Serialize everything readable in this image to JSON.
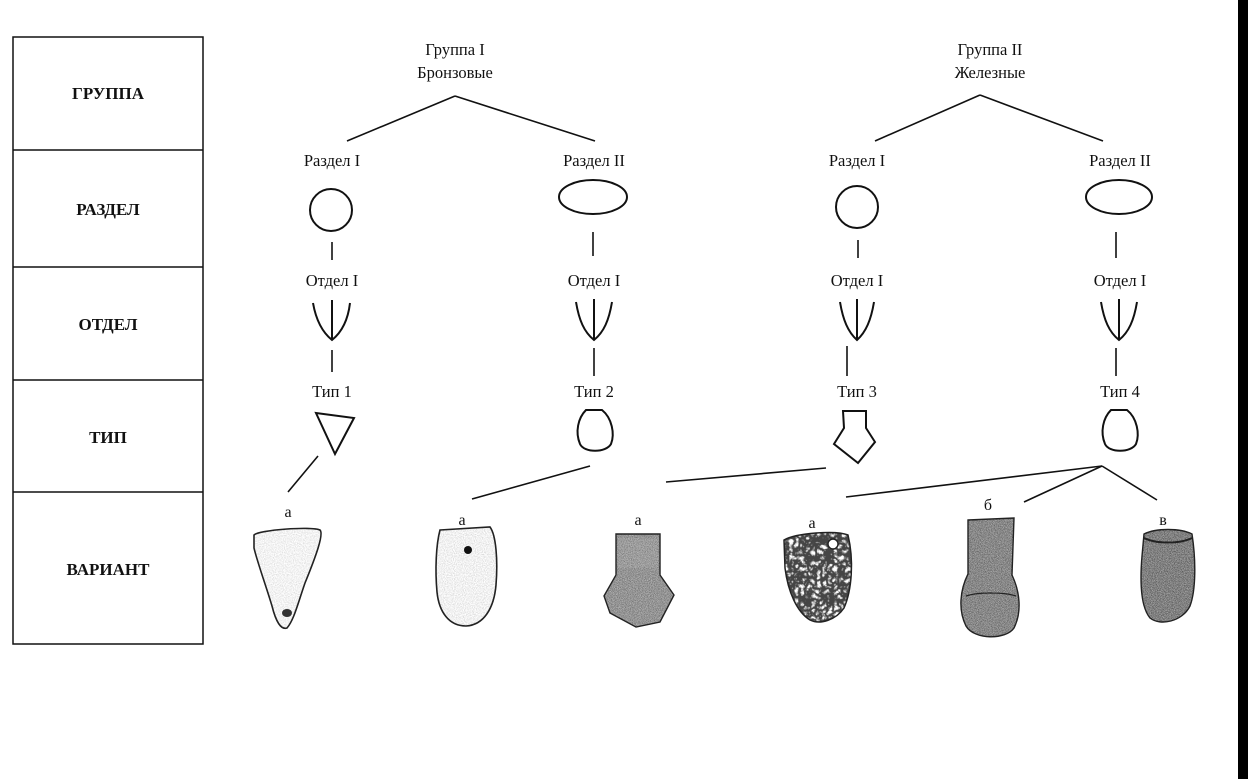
{
  "rows": {
    "group": "ГРУППА",
    "section": "РАЗДЕЛ",
    "division": "ОТДЕЛ",
    "type": "ТИП",
    "variant": "ВАРИАНТ"
  },
  "groups": [
    {
      "title": "Группа I",
      "subtitle": "Бронзовые"
    },
    {
      "title": "Группа II",
      "subtitle": "Железные"
    }
  ],
  "columns": [
    {
      "section": "Раздел I",
      "section_shape": "circle-icon",
      "division": "Отдел I",
      "division_shape": "fork-icon",
      "type": "Тип 1",
      "type_shape": "triangle-icon"
    },
    {
      "section": "Раздел II",
      "section_shape": "oval-icon",
      "division": "Отдел I",
      "division_shape": "fork-icon",
      "type": "Тип 2",
      "type_shape": "rounded-vessel-icon"
    },
    {
      "section": "Раздел I",
      "section_shape": "circle-icon",
      "division": "Отдел I",
      "division_shape": "fork-icon",
      "type": "Тип 3",
      "type_shape": "pentagon-vessel-icon"
    },
    {
      "section": "Раздел II",
      "section_shape": "oval-icon",
      "division": "Отдел I",
      "division_shape": "fork-icon",
      "type": "Тип 4",
      "type_shape": "rounded-vessel-icon"
    }
  ],
  "variants": [
    {
      "label": "а",
      "artifact": "triangular-bronze-artifact",
      "from_type": 1
    },
    {
      "label": "а",
      "artifact": "rounded-bronze-artifact",
      "from_type": 2
    },
    {
      "label": "а",
      "artifact": "pentagonal-iron-artifact",
      "from_type": 3
    },
    {
      "label": "а",
      "artifact": "speckled-iron-artifact",
      "from_type": 4
    },
    {
      "label": "б",
      "artifact": "tall-iron-artifact",
      "from_type": 4
    },
    {
      "label": "в",
      "artifact": "rough-iron-artifact",
      "from_type": 4
    }
  ]
}
